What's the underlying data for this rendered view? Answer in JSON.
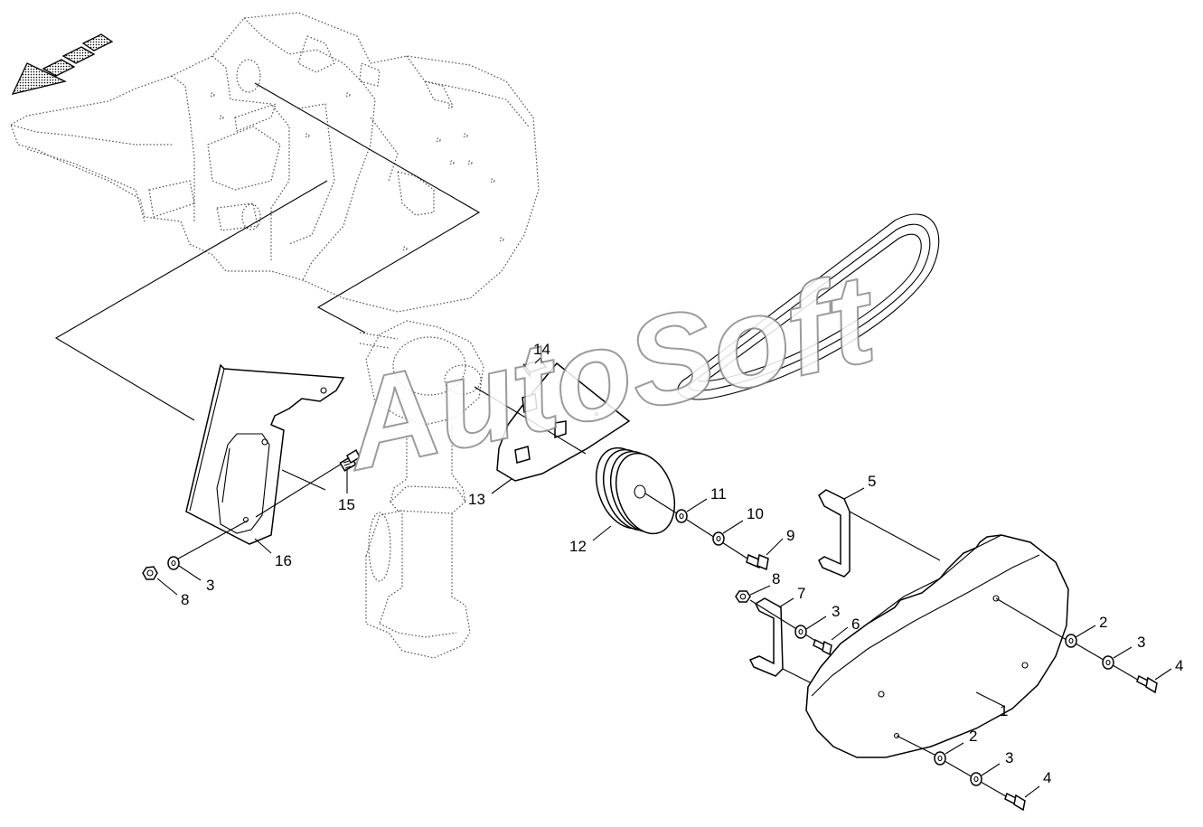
{
  "watermark": "AutoSoft",
  "callouts": [
    {
      "id": "c1",
      "label": "1"
    },
    {
      "id": "c2a",
      "label": "2"
    },
    {
      "id": "c2b",
      "label": "2"
    },
    {
      "id": "c3a",
      "label": "3"
    },
    {
      "id": "c3b",
      "label": "3"
    },
    {
      "id": "c3c",
      "label": "3"
    },
    {
      "id": "c3d",
      "label": "3"
    },
    {
      "id": "c4a",
      "label": "4"
    },
    {
      "id": "c4b",
      "label": "4"
    },
    {
      "id": "c5",
      "label": "5"
    },
    {
      "id": "c6",
      "label": "6"
    },
    {
      "id": "c7",
      "label": "7"
    },
    {
      "id": "c8a",
      "label": "8"
    },
    {
      "id": "c8b",
      "label": "8"
    },
    {
      "id": "c9",
      "label": "9"
    },
    {
      "id": "c10",
      "label": "10"
    },
    {
      "id": "c11",
      "label": "11"
    },
    {
      "id": "c12",
      "label": "12"
    },
    {
      "id": "c13",
      "label": "13"
    },
    {
      "id": "c14",
      "label": "14"
    },
    {
      "id": "c15",
      "label": "15"
    },
    {
      "id": "c16",
      "label": "16"
    }
  ]
}
